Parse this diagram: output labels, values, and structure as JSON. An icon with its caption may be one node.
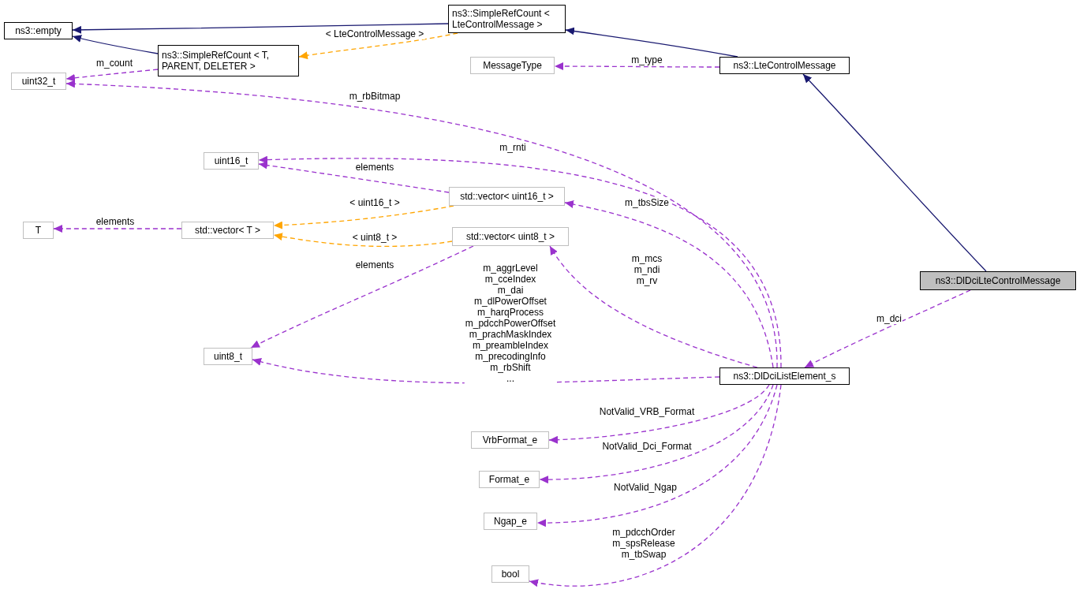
{
  "diagram": {
    "nodes": [
      {
        "text": [
          "ns3::empty"
        ]
      },
      {
        "text": [
          "ns3::SimpleRefCount < LteControlMessage >"
        ]
      },
      {
        "text": [
          "ns3::SimpleRefCount < T, PARENT, DELETER >"
        ]
      },
      {
        "text": [
          "uint32_t"
        ]
      },
      {
        "text": [
          "MessageType"
        ]
      },
      {
        "text": [
          "ns3::LteControlMessage"
        ]
      },
      {
        "text": [
          "uint16_t"
        ]
      },
      {
        "text": [
          "std::vector< uint16_t >"
        ]
      },
      {
        "text": [
          "T"
        ]
      },
      {
        "text": [
          "std::vector< T >"
        ]
      },
      {
        "text": [
          "std::vector< uint8_t >"
        ]
      },
      {
        "text": [
          "ns3::DlDciLteControlMessage"
        ]
      },
      {
        "text": [
          "uint8_t"
        ]
      },
      {
        "text": [
          "ns3::DlDciListElement_s"
        ]
      },
      {
        "text": [
          "VrbFormat_e"
        ]
      },
      {
        "text": [
          "Format_e"
        ]
      },
      {
        "text": [
          "Ngap_e"
        ]
      },
      {
        "text": [
          "bool"
        ]
      }
    ],
    "edges": [
      {
        "from": 1,
        "to": 0,
        "arrow": "to",
        "color": "#191970"
      },
      {
        "from": 2,
        "to": 0,
        "arrow": "to",
        "color": "#191970"
      },
      {
        "from": 1,
        "to": 2,
        "arrow": "to",
        "label": "< LteControlMessage >",
        "style": "dashed",
        "color": "#ffa500"
      },
      {
        "from": 2,
        "to": 3,
        "arrow": "to",
        "label": "m_count",
        "style": "dashed"
      },
      {
        "from": 5,
        "to": 1,
        "arrow": "to",
        "color": "#191970"
      },
      {
        "from": 5,
        "to": 4,
        "arrow": "to",
        "label": "m_type",
        "style": "dashed"
      },
      {
        "from": 11,
        "to": 5,
        "arrow": "to",
        "color": "#191970"
      },
      {
        "from": 13,
        "to": 3,
        "arrow": "to",
        "label": "m_rbBitmap",
        "style": "dashed"
      },
      {
        "from": 13,
        "to": 6,
        "arrow": "to",
        "label": "m_rnti",
        "style": "dashed"
      },
      {
        "from": 7,
        "to": 6,
        "arrow": "to",
        "label": "elements",
        "style": "dashed"
      },
      {
        "from": 7,
        "to": 9,
        "arrow": "to",
        "label": "< uint16_t >",
        "style": "dashed",
        "color": "#ffa500"
      },
      {
        "from": 9,
        "to": 8,
        "arrow": "to",
        "label": "elements",
        "style": "dashed"
      },
      {
        "from": 10,
        "to": 9,
        "arrow": "to",
        "label": "< uint8_t >",
        "style": "dashed",
        "color": "#ffa500"
      },
      {
        "from": 13,
        "to": 7,
        "arrow": "to",
        "label": "m_tbsSize",
        "style": "dashed"
      },
      {
        "from": 13,
        "to": 10,
        "arrow": "to",
        "label": "m_mcs m_ndi m_rv",
        "style": "dashed"
      },
      {
        "from": 10,
        "to": 12,
        "arrow": "to",
        "label": "elements",
        "style": "dashed"
      },
      {
        "from": 13,
        "to": 12,
        "arrow": "to",
        "label": "m_aggrLevel m_cceIndex m_dai m_dlPowerOffset m_harqProcess m_pdcchPowerOffset m_prachMaskIndex m_preambleIndex m_precodingInfo m_rbShift ...",
        "style": "dashed"
      },
      {
        "from": 11,
        "to": 13,
        "arrow": "to",
        "label": "m_dci",
        "style": "dashed"
      },
      {
        "from": 13,
        "to": 14,
        "arrow": "to",
        "label": "NotValid_VRB_Format",
        "style": "dashed"
      },
      {
        "from": 13,
        "to": 15,
        "arrow": "to",
        "label": "NotValid_Dci_Format",
        "style": "dashed"
      },
      {
        "from": 13,
        "to": 16,
        "arrow": "to",
        "label": "NotValid_Ngap",
        "style": "dashed"
      },
      {
        "from": 13,
        "to": 17,
        "arrow": "to",
        "label": "m_pdcchOrder m_spsRelease m_tbSwap",
        "style": "dashed"
      }
    ]
  }
}
